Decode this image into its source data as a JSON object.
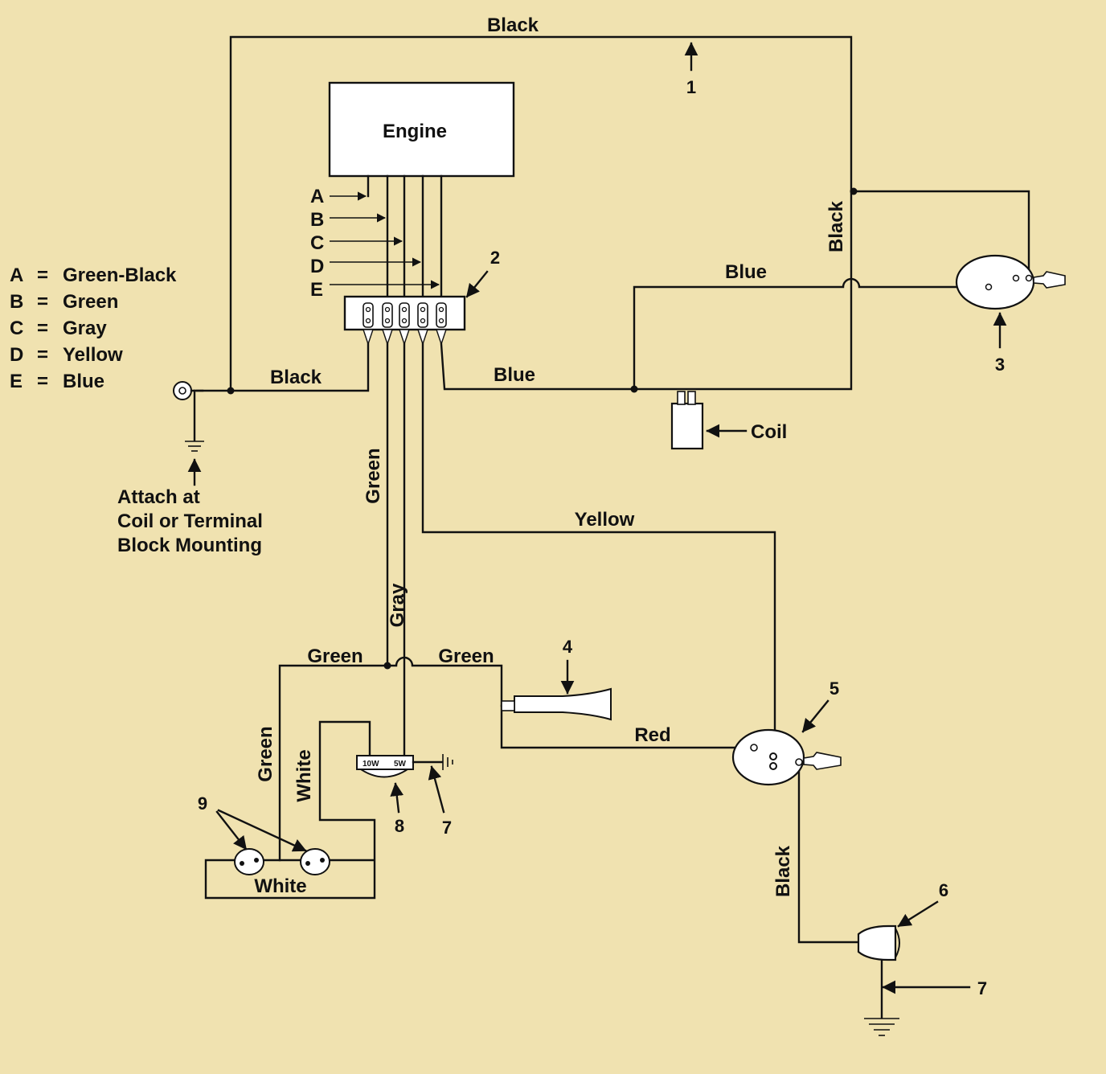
{
  "legend": [
    {
      "key": "A",
      "eq": "=",
      "value": "Green-Black"
    },
    {
      "key": "B",
      "eq": "=",
      "value": "Green"
    },
    {
      "key": "C",
      "eq": "=",
      "value": "Gray"
    },
    {
      "key": "D",
      "eq": "=",
      "value": "Yellow"
    },
    {
      "key": "E",
      "eq": "=",
      "value": "Blue"
    }
  ],
  "engine": {
    "label": "Engine"
  },
  "terminal_letters": [
    "A",
    "B",
    "C",
    "D",
    "E"
  ],
  "ground_note": [
    "Attach at",
    "Coil or Terminal",
    "Block Mounting"
  ],
  "wire_labels": {
    "black_top": "Black",
    "black_right": "Black",
    "black_left": "Black",
    "blue_top": "Blue",
    "blue_bottom": "Blue",
    "green_vertical": "Green",
    "gray_vertical": "Gray",
    "yellow": "Yellow",
    "green_left": "Green",
    "green_right": "Green",
    "green_down": "Green",
    "white_vertical": "White",
    "white_panel": "White",
    "red": "Red",
    "black_lower": "Black"
  },
  "components": {
    "coil": "Coil",
    "switch_watts": [
      "10W",
      "5W"
    ]
  },
  "callouts": [
    "1",
    "2",
    "3",
    "4",
    "5",
    "6",
    "7",
    "7",
    "8",
    "9"
  ],
  "colors": {
    "background": "#f0e2b0",
    "ink": "#111111",
    "box": "#ffffff"
  }
}
